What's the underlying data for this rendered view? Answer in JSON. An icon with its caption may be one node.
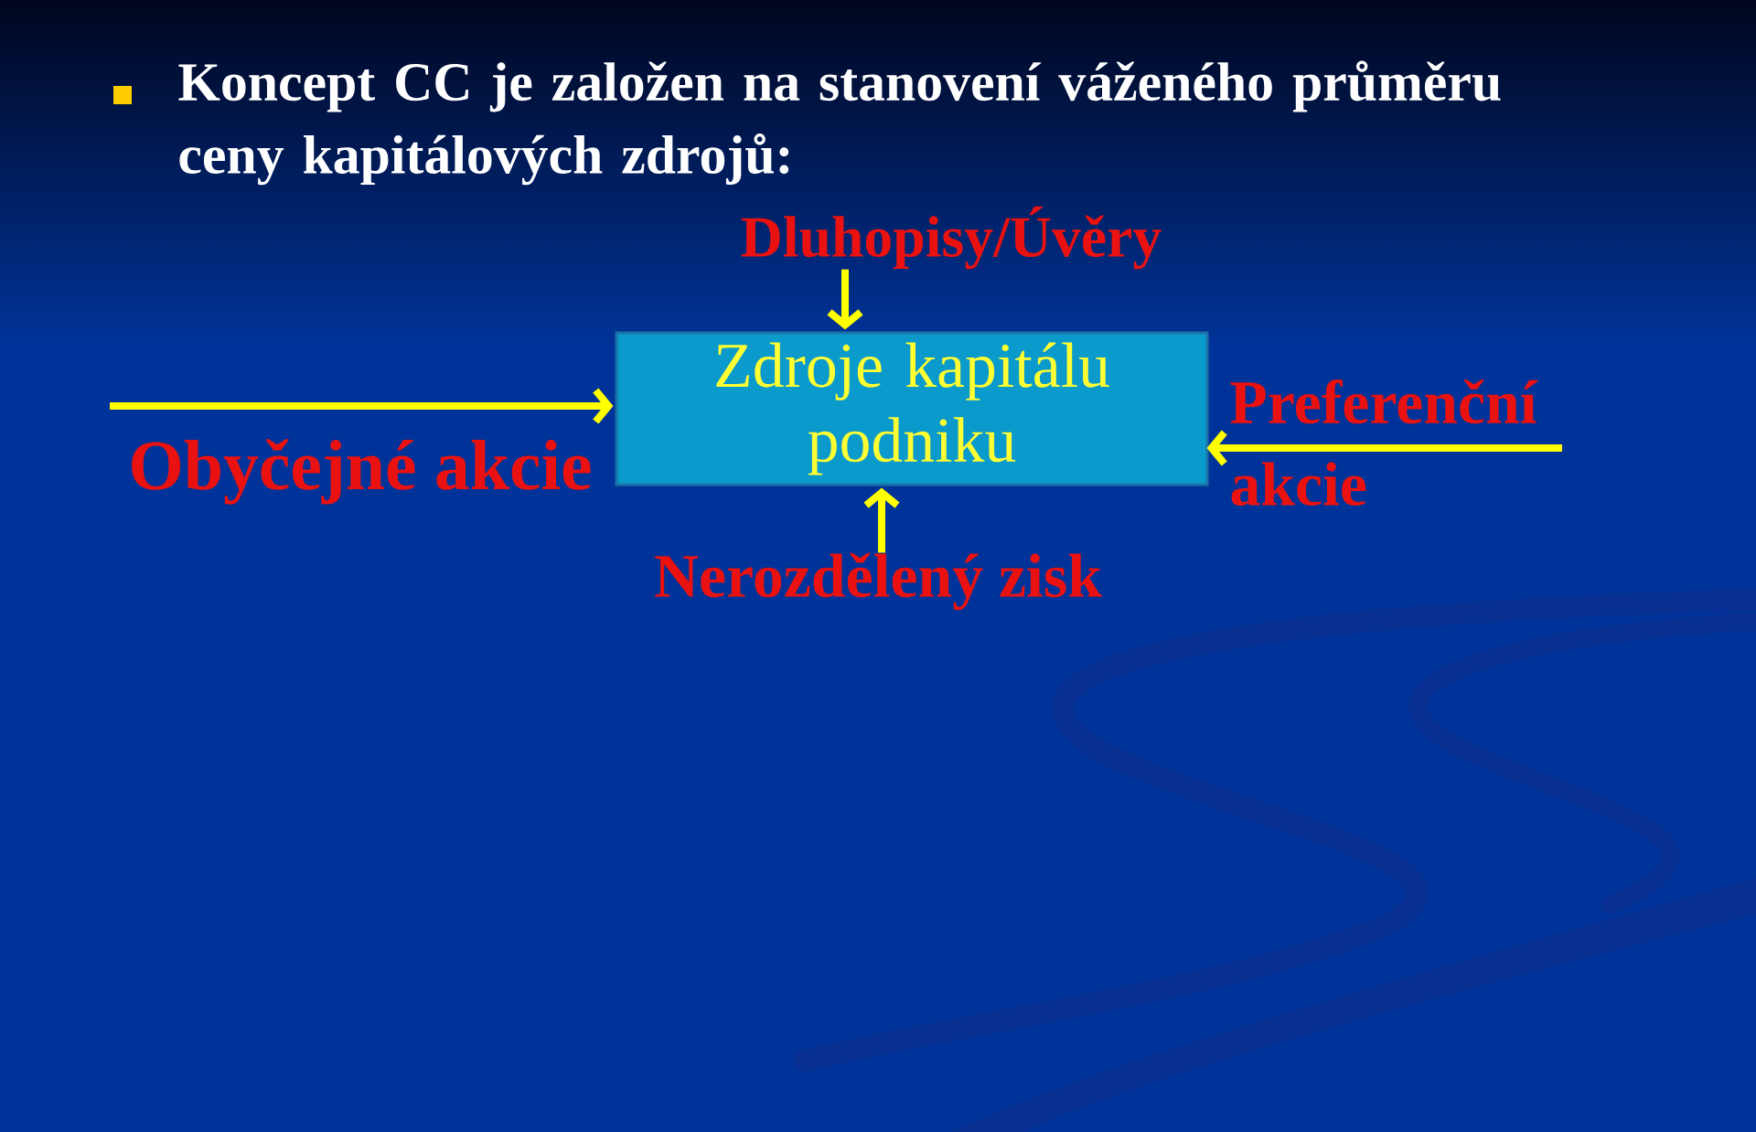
{
  "diagram": {
    "nodes": [
      {
        "text": [
          "Dluhopisy/Úvěry"
        ]
      },
      {
        "text": [
          "Zdroje kapitálu podniku"
        ]
      },
      {
        "text": [
          "Obyčejné akcie"
        ]
      },
      {
        "text": [
          "Preferenční akcie"
        ]
      },
      {
        "text": [
          "Nerozdělený zisk"
        ]
      }
    ],
    "edges": [
      {
        "from": 0,
        "to": 1,
        "arrow": "to"
      },
      {
        "from": 2,
        "to": 1,
        "arrow": "to"
      },
      {
        "from": 3,
        "to": 1,
        "arrow": "to"
      },
      {
        "from": 4,
        "to": 1,
        "arrow": "to"
      }
    ],
    "labels": [
      "Koncept CC je založen na stanovení váženého průměru ceny kapitálových zdrojů:"
    ]
  }
}
